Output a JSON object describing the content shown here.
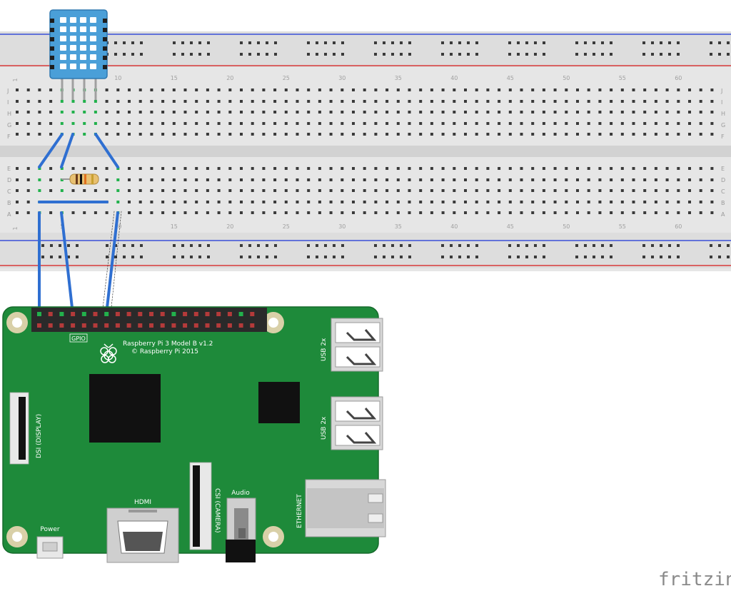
{
  "breadboard": {
    "row_letters_top": [
      "J",
      "I",
      "H",
      "G",
      "F"
    ],
    "row_letters_bottom": [
      "E",
      "D",
      "C",
      "B",
      "A"
    ],
    "column_numbers": [
      "1",
      "5",
      "10",
      "15",
      "20",
      "25",
      "30",
      "35",
      "40",
      "45",
      "50",
      "55",
      "60"
    ]
  },
  "pi": {
    "gpio_label": "GPIO",
    "model_label": "Raspberry Pi 3 Model B v1.2",
    "copyright_label": "© Raspberry Pi 2015",
    "usb1_label": "USB 2x",
    "usb2_label": "USB 2x",
    "ethernet_label": "ETHERNET",
    "hdmi_label": "HDMI",
    "audio_label": "Audio",
    "power_label": "Power",
    "dsi_label": "DSI (DISPLAY)",
    "csi_label": "CSI (CAMERA)"
  },
  "brand": {
    "logo_text": "fritzing"
  },
  "colors": {
    "board_green": "#1e8a3a",
    "wire_blue": "#2f6fd1",
    "breadboard_gray": "#dcdcdc",
    "rail_red": "#d83a3a",
    "rail_blue": "#3a4fd8",
    "sensor_blue": "#4a9fd8"
  }
}
